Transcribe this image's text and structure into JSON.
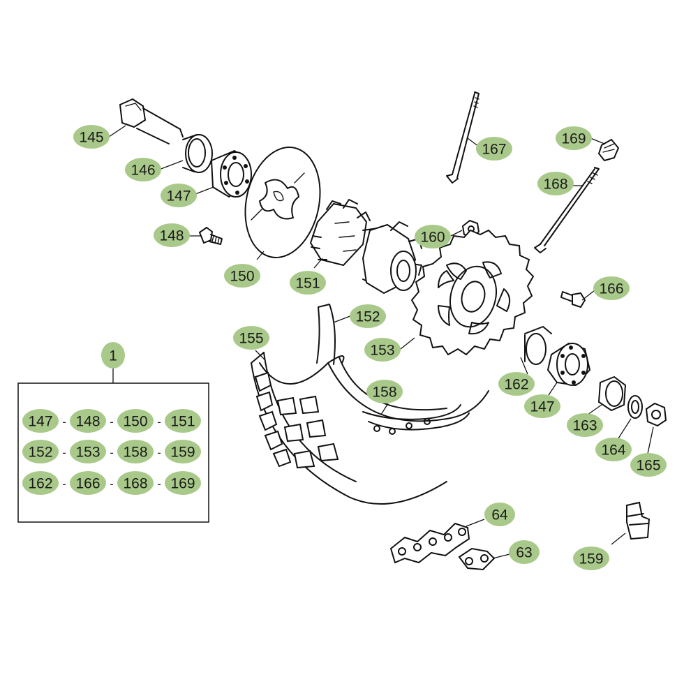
{
  "callouts": [
    {
      "id": "145",
      "label": "145"
    },
    {
      "id": "146",
      "label": "146"
    },
    {
      "id": "147a",
      "label": "147"
    },
    {
      "id": "148",
      "label": "148"
    },
    {
      "id": "150",
      "label": "150"
    },
    {
      "id": "151",
      "label": "151"
    },
    {
      "id": "152",
      "label": "152"
    },
    {
      "id": "153",
      "label": "153"
    },
    {
      "id": "155",
      "label": "155"
    },
    {
      "id": "158",
      "label": "158"
    },
    {
      "id": "160",
      "label": "160"
    },
    {
      "id": "162",
      "label": "162"
    },
    {
      "id": "147b",
      "label": "147"
    },
    {
      "id": "163",
      "label": "163"
    },
    {
      "id": "164",
      "label": "164"
    },
    {
      "id": "165",
      "label": "165"
    },
    {
      "id": "166",
      "label": "166"
    },
    {
      "id": "167",
      "label": "167"
    },
    {
      "id": "168",
      "label": "168"
    },
    {
      "id": "169",
      "label": "169"
    },
    {
      "id": "64",
      "label": "64"
    },
    {
      "id": "63",
      "label": "63"
    },
    {
      "id": "159",
      "label": "159"
    }
  ],
  "kit": {
    "label": "1",
    "rows": [
      [
        "147",
        "148",
        "150",
        "151"
      ],
      [
        "152",
        "153",
        "158",
        "159"
      ],
      [
        "162",
        "166",
        "168",
        "169"
      ]
    ],
    "separator": "-"
  },
  "colors": {
    "callout_fill": "#a9c98a",
    "line": "#111111"
  }
}
